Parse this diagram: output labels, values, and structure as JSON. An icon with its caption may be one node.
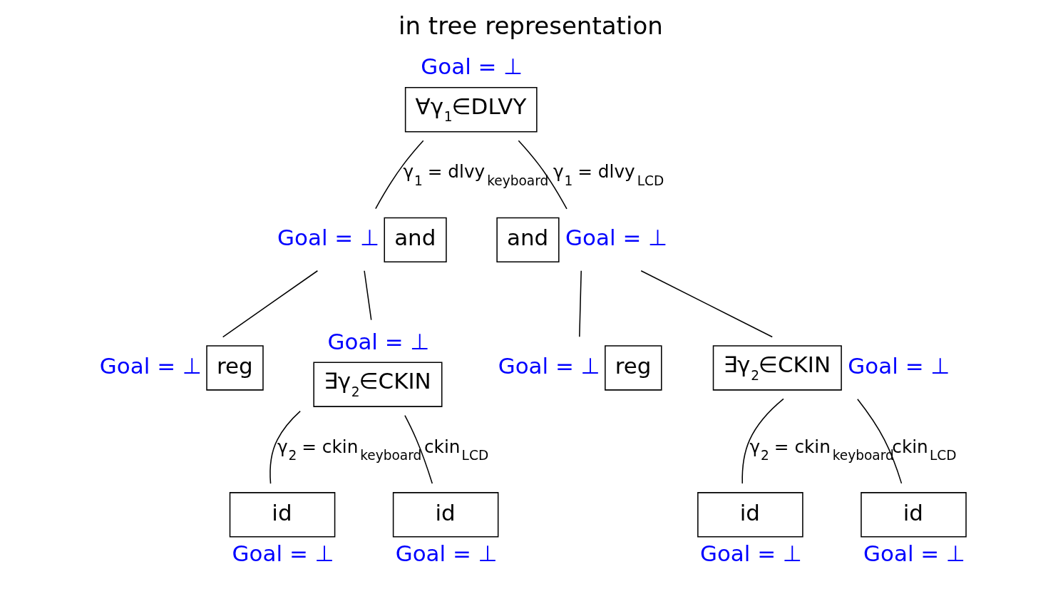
{
  "diagram": {
    "title": "in tree representation",
    "nodes": [
      {
        "text": [
          "∀γ$_{1}$∈DLVY"
        ],
        "beside": [
          "Goal = ⊥"
        ]
      },
      {
        "text": [
          "and"
        ],
        "beside": [
          "Goal = ⊥"
        ]
      },
      {
        "text": [
          "and"
        ],
        "beside": [
          "Goal = ⊥"
        ]
      },
      {
        "text": [
          "reg"
        ],
        "beside": [
          "Goal = ⊥"
        ]
      },
      {
        "text": [
          "∃γ$_{2}$∈CKIN"
        ],
        "beside": [
          "Goal = ⊥"
        ]
      },
      {
        "text": [
          "reg"
        ],
        "beside": [
          "Goal = ⊥"
        ]
      },
      {
        "text": [
          "∃γ$_{2}$∈CKIN"
        ],
        "beside": [
          "Goal = ⊥"
        ]
      },
      {
        "text": [
          "id"
        ],
        "beside": [
          "Goal = ⊥"
        ]
      },
      {
        "text": [
          "id"
        ],
        "beside": [
          "Goal = ⊥"
        ]
      },
      {
        "text": [
          "id"
        ],
        "beside": [
          "Goal = ⊥"
        ]
      },
      {
        "text": [
          "id"
        ],
        "beside": [
          "Goal = ⊥"
        ]
      }
    ],
    "edges": [
      {
        "from": 0,
        "to": 1,
        "arrow": "none",
        "label": "γ$_{1}$ = dlvy$_{keyboard}$"
      },
      {
        "from": 0,
        "to": 2,
        "arrow": "none",
        "label": "γ$_{1}$ = dlvy$_{LCD}$"
      },
      {
        "from": 1,
        "to": 3,
        "arrow": "none"
      },
      {
        "from": 1,
        "to": 4,
        "arrow": "none"
      },
      {
        "from": 2,
        "to": 5,
        "arrow": "none"
      },
      {
        "from": 2,
        "to": 6,
        "arrow": "none"
      },
      {
        "from": 4,
        "to": 7,
        "arrow": "none",
        "label": "γ$_{2}$ = ckin$_{keyboard}$"
      },
      {
        "from": 4,
        "to": 8,
        "arrow": "none",
        "label": "ckin$_{LCD}$"
      },
      {
        "from": 6,
        "to": 9,
        "arrow": "none",
        "label": "γ$_{2}$ = ckin$_{keyboard}$"
      },
      {
        "from": 6,
        "to": 10,
        "arrow": "none",
        "label": "ckin$_{LCD}$"
      }
    ]
  }
}
